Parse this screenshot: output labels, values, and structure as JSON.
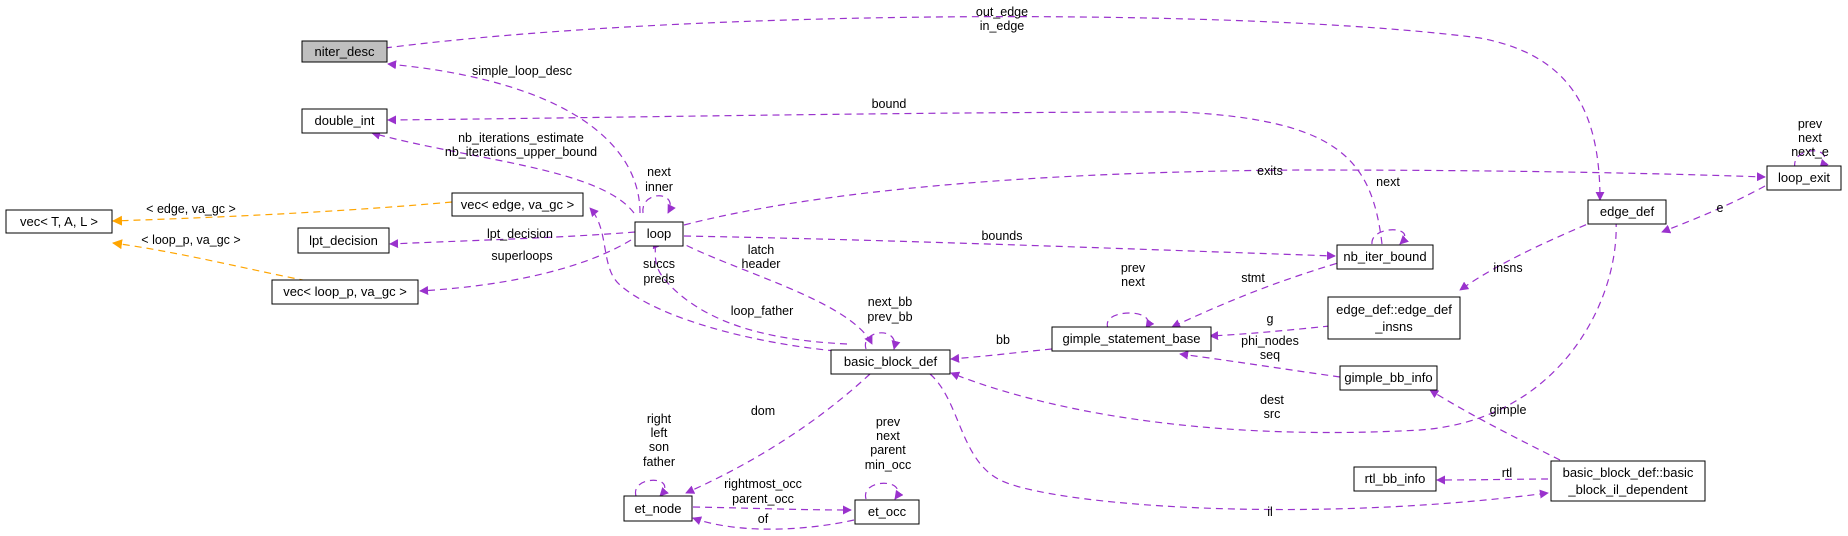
{
  "graph": {
    "colors": {
      "member_edge": "#9a32cd",
      "template_edge": "#ffa500",
      "focus_node_fill": "#bfbfbf"
    },
    "nodes": {
      "niter_desc": "niter_desc",
      "double_int": "double_int",
      "vec_tal": "vec< T, A, L >",
      "vec_edge": "vec< edge, va_gc >",
      "lpt_decision": "lpt_decision",
      "loop": "loop",
      "vec_loop_p": "vec< loop_p, va_gc >",
      "nb_iter_bound": "nb_iter_bound",
      "gimple_statement_base": "gimple_statement_base",
      "basic_block_def": "basic_block_def",
      "edge_def": "edge_def",
      "edge_def_insns_1": "edge_def::edge_def",
      "edge_def_insns_2": "_insns",
      "gimple_bb_info": "gimple_bb_info",
      "loop_exit": "loop_exit",
      "rtl_bb_info": "rtl_bb_info",
      "bb_il_dep_1": "basic_block_def::basic",
      "bb_il_dep_2": "_block_il_dependent",
      "et_node": "et_node",
      "et_occ": "et_occ"
    },
    "labels": {
      "out_edge": "out_edge",
      "in_edge": "in_edge",
      "simple_loop_desc": "simple_loop_desc",
      "bound": "bound",
      "nb_iterations_estimate": "nb_iterations_estimate",
      "nb_iterations_upper_bound": "nb_iterations_upper_bound",
      "loop_self_next": "next",
      "loop_self_inner": "inner",
      "edge_va_gc": "< edge, va_gc >",
      "loop_p_va_gc": "< loop_p, va_gc >",
      "lpt_decision": "lpt_decision",
      "superloops": "superloops",
      "exits": "exits",
      "bounds": "bounds",
      "nb_next": "next",
      "latch": "latch",
      "header": "header",
      "succs": "succs",
      "preds": "preds",
      "loop_father": "loop_father",
      "next_bb": "next_bb",
      "prev_bb": "prev_bb",
      "gsb_prev": "prev",
      "gsb_next": "next",
      "stmt": "stmt",
      "bb": "bb",
      "g": "g",
      "phi_nodes": "phi_nodes",
      "seq": "seq",
      "insns": "insns",
      "e": "e",
      "le_prev": "prev",
      "le_next": "next",
      "le_next_e": "next_e",
      "dest": "dest",
      "src": "src",
      "gimple": "gimple",
      "rtl": "rtl",
      "il": "il",
      "dom": "dom",
      "right": "right",
      "left": "left",
      "son": "son",
      "father": "father",
      "occ_prev": "prev",
      "occ_next": "next",
      "occ_parent": "parent",
      "min_occ": "min_occ",
      "rightmost_occ": "rightmost_occ",
      "parent_occ": "parent_occ",
      "of": "of"
    }
  }
}
